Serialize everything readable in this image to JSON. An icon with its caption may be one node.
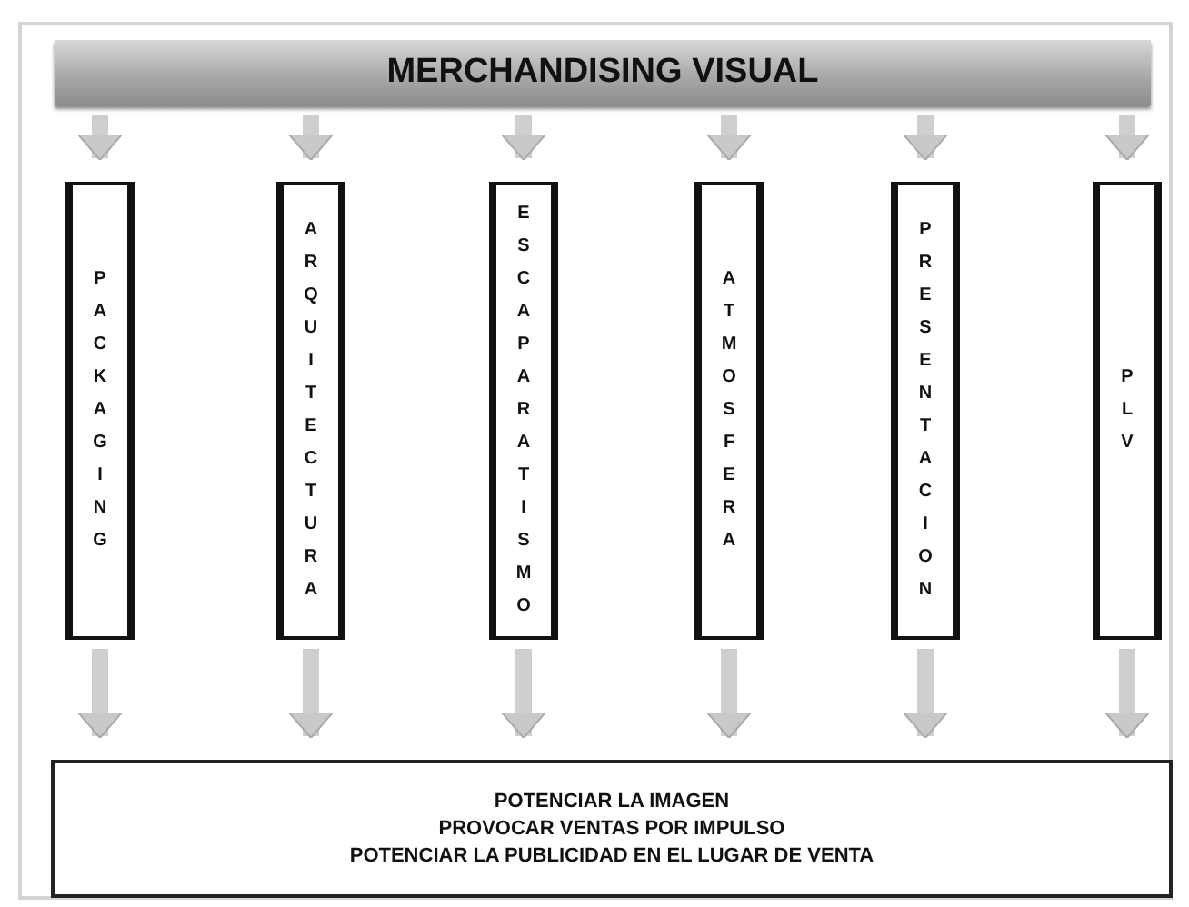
{
  "diagram": {
    "nodes": [
      {
        "text": [
          "MERCHANDISING VISUAL"
        ]
      },
      {
        "text": [
          "PACKAGING"
        ]
      },
      {
        "text": [
          "ARQUITECTURA"
        ]
      },
      {
        "text": [
          "ESCAPARATISMO"
        ]
      },
      {
        "text": [
          "ATMOSFERA"
        ]
      },
      {
        "text": [
          "PRESENTACION"
        ]
      },
      {
        "text": [
          "PLV"
        ]
      },
      {
        "text": [
          "POTENCIAR LA IMAGEN",
          "PROVOCAR VENTAS POR IMPULSO",
          "POTENCIAR LA PUBLICIDAD EN EL LUGAR DE VENTA"
        ]
      }
    ],
    "edges": [
      {
        "from": 0,
        "to": 1,
        "arrow": "to"
      },
      {
        "from": 0,
        "to": 2,
        "arrow": "to"
      },
      {
        "from": 0,
        "to": 3,
        "arrow": "to"
      },
      {
        "from": 0,
        "to": 4,
        "arrow": "to"
      },
      {
        "from": 0,
        "to": 5,
        "arrow": "to"
      },
      {
        "from": 0,
        "to": 6,
        "arrow": "to"
      },
      {
        "from": 1,
        "to": 7,
        "arrow": "to"
      },
      {
        "from": 2,
        "to": 7,
        "arrow": "to"
      },
      {
        "from": 3,
        "to": 7,
        "arrow": "to"
      },
      {
        "from": 4,
        "to": 7,
        "arrow": "to"
      },
      {
        "from": 5,
        "to": 7,
        "arrow": "to"
      },
      {
        "from": 6,
        "to": 7,
        "arrow": "to"
      }
    ]
  }
}
